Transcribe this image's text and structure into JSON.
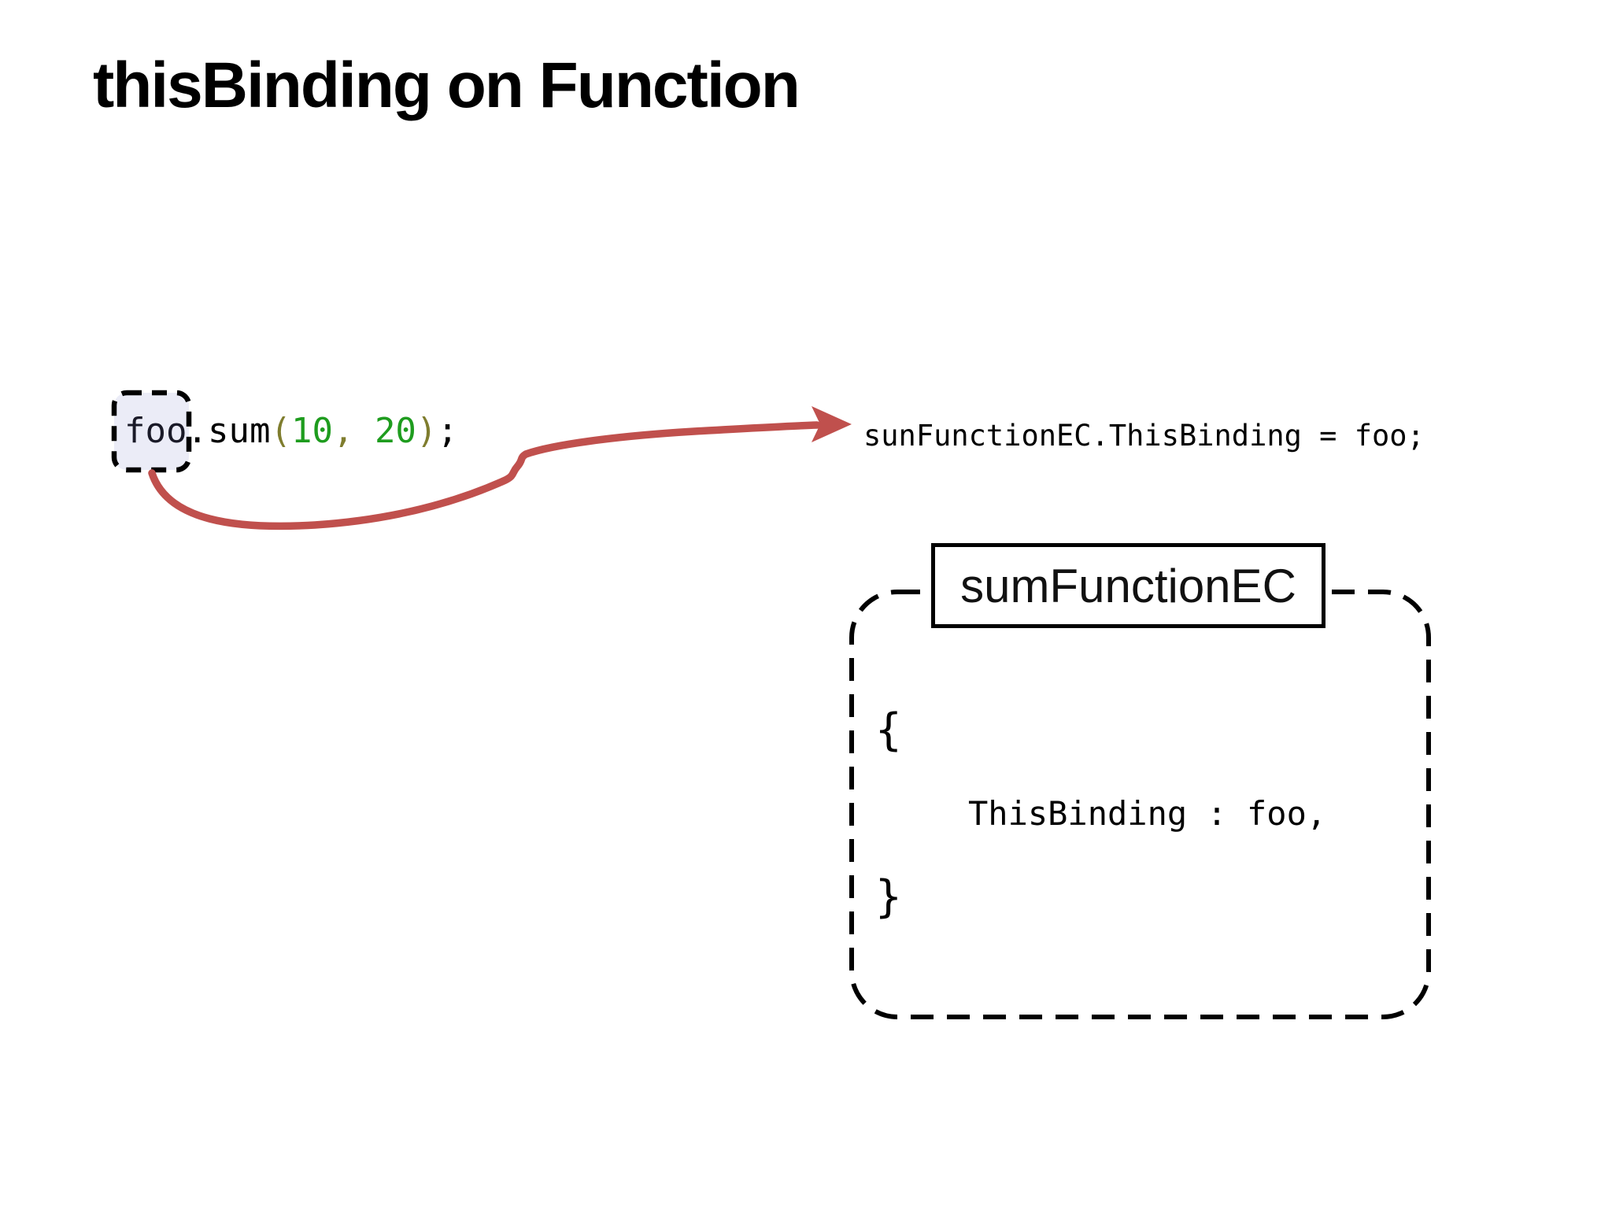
{
  "title": "thisBinding on Function",
  "code_call": {
    "object": "foo",
    "dot": ".",
    "method": "sum",
    "paren_open": "(",
    "arg1": "10",
    "comma": ", ",
    "arg2": "20",
    "paren_close": ")",
    "semicolon": ";"
  },
  "assignment": "sunFunctionEC.ThisBinding = foo;",
  "execution_context": {
    "label": "sumFunctionEC",
    "body": {
      "open_brace": "{",
      "binding_line": "ThisBinding : foo,",
      "close_brace": "}"
    }
  },
  "colors": {
    "arrow_red": "#c0504d",
    "code_object": "#1a1a28",
    "code_number": "#1e9c1e",
    "code_punct_olive": "#7f7d2e",
    "code_default": "#000000",
    "foo_box_fill": "#ebecf7",
    "box_border": "#000000"
  }
}
